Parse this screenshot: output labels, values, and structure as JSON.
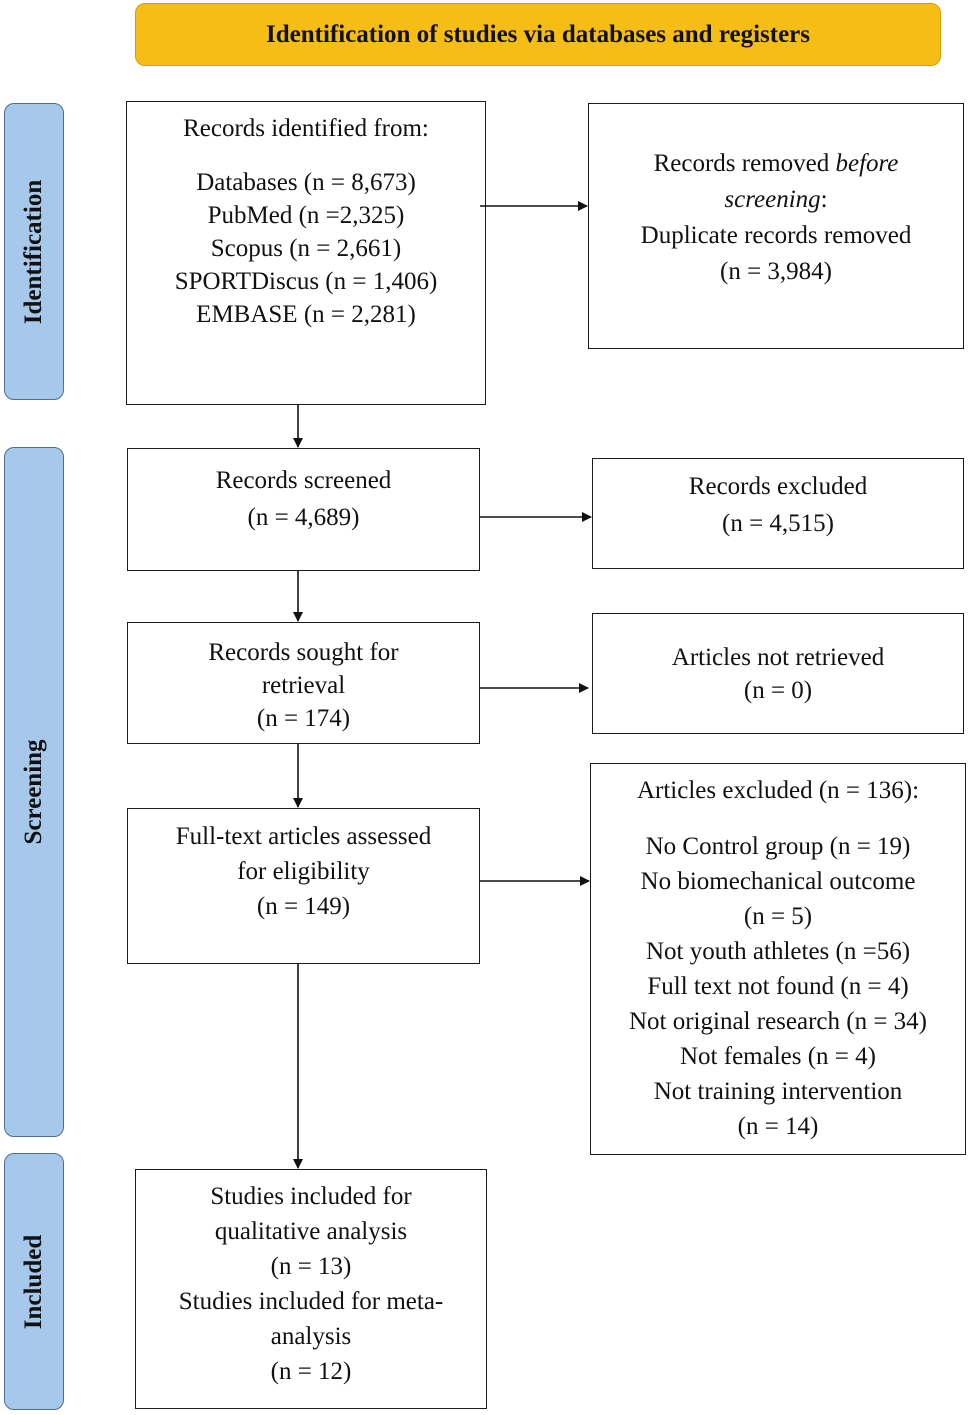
{
  "header": {
    "title": "Identification of studies via databases and registers"
  },
  "phases": {
    "identification": "Identification",
    "screening": "Screening",
    "included": "Included"
  },
  "identified": {
    "title": "Records identified from:",
    "lines": [
      "Databases (n = 8,673)",
      "PubMed (n =2,325)",
      "Scopus (n = 2,661)",
      "SPORTDiscus (n = 1,406)",
      "EMBASE (n = 2,281)"
    ]
  },
  "removed": {
    "line1_prefix": "Records removed ",
    "line1_italic": "before",
    "line2_italic": "screening",
    "line2_suffix": ":",
    "line3": "Duplicate records removed",
    "line4": "(n = 3,984)"
  },
  "screened": {
    "lines": [
      "Records screened",
      "(n = 4,689)"
    ]
  },
  "excluded": {
    "lines": [
      "Records excluded",
      "(n = 4,515)"
    ]
  },
  "sought": {
    "lines": [
      "Records sought for",
      "retrieval",
      "(n = 174)"
    ]
  },
  "not_retrieved": {
    "lines": [
      "Articles not retrieved",
      "(n = 0)"
    ]
  },
  "fulltext": {
    "lines": [
      "Full-text articles assessed",
      "for eligibility",
      "(n = 149)"
    ]
  },
  "articles_excluded": {
    "title": "Articles excluded (n = 136):",
    "lines": [
      "No Control group (n = 19)",
      "No biomechanical outcome",
      "(n = 5)",
      "Not youth athletes (n =56)",
      "Full text not found (n = 4)",
      "Not original research (n = 34)",
      "Not females (n = 4)",
      "Not training intervention",
      "(n = 14)"
    ]
  },
  "included": {
    "lines": [
      "Studies included for",
      "qualitative analysis",
      "(n = 13)",
      "Studies included for meta-",
      "analysis",
      "(n = 12)"
    ]
  }
}
